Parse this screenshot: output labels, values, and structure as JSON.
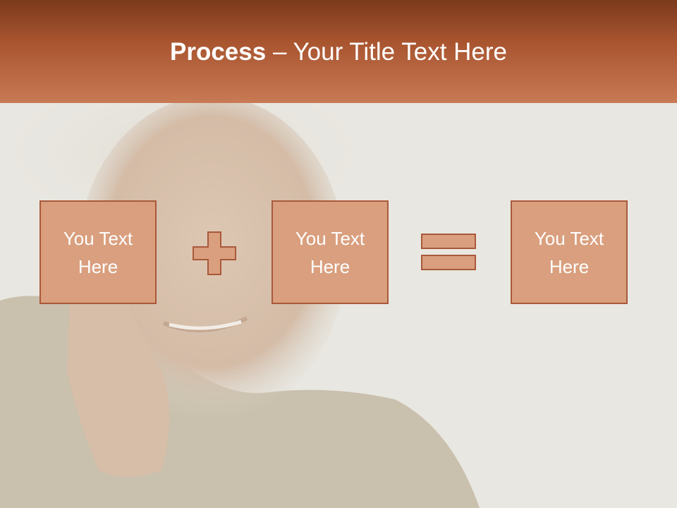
{
  "title": {
    "bold": "Process",
    "rest": " – Your Title Text Here"
  },
  "boxes": [
    {
      "label": "You Text\nHere"
    },
    {
      "label": "You Text\nHere"
    },
    {
      "label": "You Text\nHere"
    }
  ],
  "operators": [
    "plus-icon",
    "equals-icon"
  ],
  "colors": {
    "header_dark": "#7a3a1c",
    "header_light": "#c87a55",
    "box_fill": "#d99f7e",
    "box_border": "#a9593a",
    "background": "#e9e7e1"
  }
}
